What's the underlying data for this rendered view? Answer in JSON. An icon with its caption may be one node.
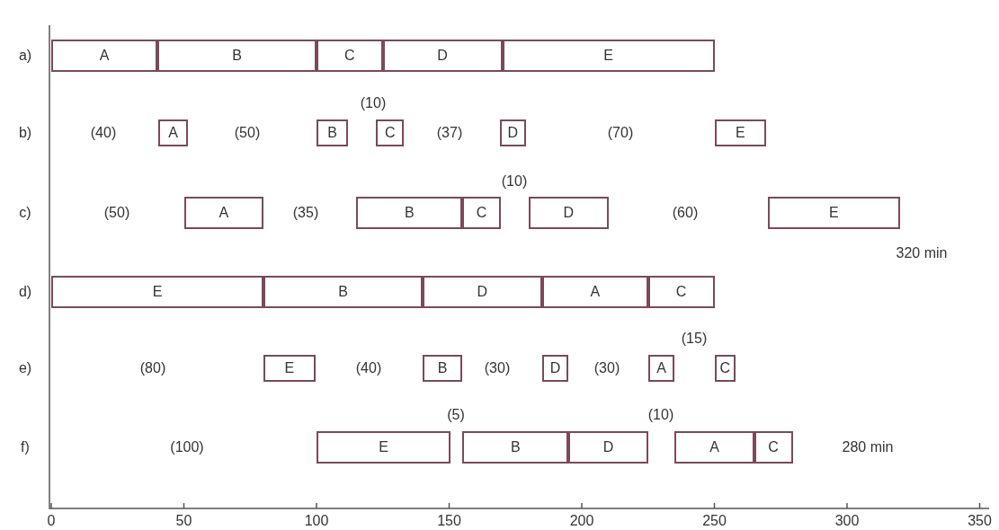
{
  "diagram": {
    "nodes": [
      {
        "text": [
          "A"
        ]
      },
      {
        "text": [
          "B"
        ]
      },
      {
        "text": [
          "C"
        ]
      },
      {
        "text": [
          "D"
        ]
      },
      {
        "text": [
          "E"
        ]
      },
      {
        "text": [
          "A"
        ]
      },
      {
        "text": [
          "B"
        ]
      },
      {
        "text": [
          "C"
        ]
      },
      {
        "text": [
          "D"
        ]
      },
      {
        "text": [
          "E"
        ]
      },
      {
        "text": [
          "A"
        ]
      },
      {
        "text": [
          "B"
        ]
      },
      {
        "text": [
          "C"
        ]
      },
      {
        "text": [
          "D"
        ]
      },
      {
        "text": [
          "E"
        ]
      },
      {
        "text": [
          "E"
        ]
      },
      {
        "text": [
          "B"
        ]
      },
      {
        "text": [
          "D"
        ]
      },
      {
        "text": [
          "A"
        ]
      },
      {
        "text": [
          "C"
        ]
      },
      {
        "text": [
          "E"
        ]
      },
      {
        "text": [
          "B"
        ]
      },
      {
        "text": [
          "D"
        ]
      },
      {
        "text": [
          "A"
        ]
      },
      {
        "text": [
          "C"
        ]
      },
      {
        "text": [
          "E"
        ]
      },
      {
        "text": [
          "B"
        ]
      },
      {
        "text": [
          "D"
        ]
      },
      {
        "text": [
          "A"
        ]
      },
      {
        "text": [
          "C"
        ]
      }
    ],
    "labels": [
      "a)",
      "(10)",
      "b)",
      "(40)",
      "(50)",
      "(37)",
      "(70)",
      "(10)",
      "c)",
      "(50)",
      "(35)",
      "(60)",
      "320 min",
      "d)",
      "(15)",
      "e)",
      "(80)",
      "(40)",
      "(30)",
      "(30)",
      "(5)",
      "(10)",
      "f)",
      "(100)",
      "280 min",
      "0",
      "50",
      "100",
      "150",
      "200",
      "250",
      "300",
      "350"
    ]
  }
}
